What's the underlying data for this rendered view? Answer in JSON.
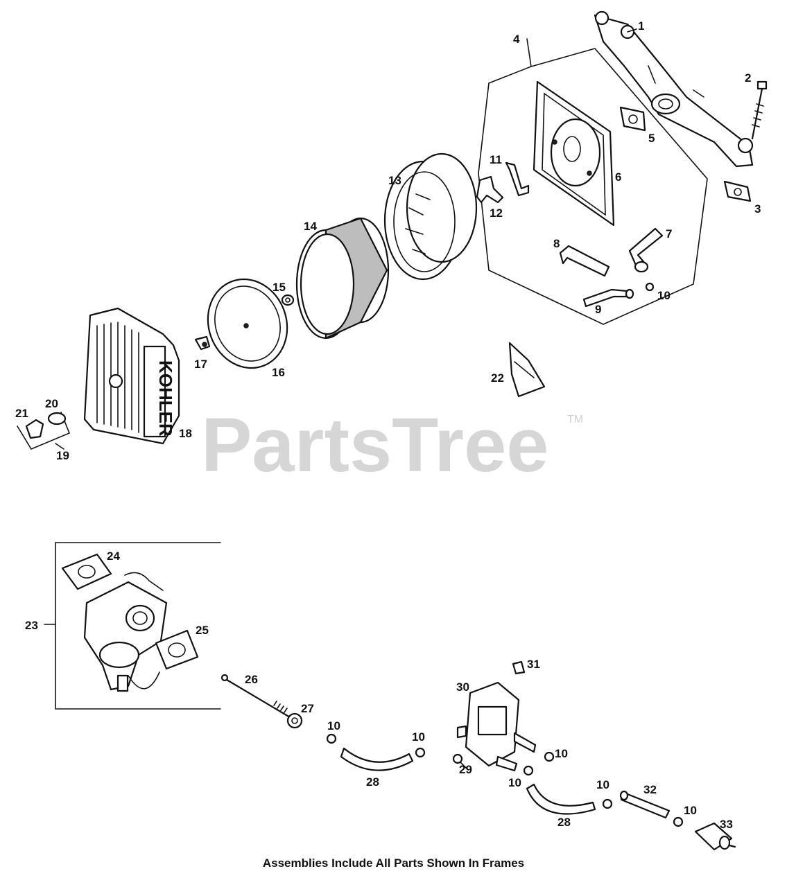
{
  "watermark": {
    "text": "PartsTree",
    "tm": "TM"
  },
  "brand_mark": "KOHLER",
  "caption": "Assemblies Include All Parts Shown In Frames",
  "labels": {
    "p1": "1",
    "p2": "2",
    "p3": "3",
    "p4": "4",
    "p5": "5",
    "p6": "6",
    "p7": "7",
    "p8": "8",
    "p9": "9",
    "p10a": "10",
    "p11": "11",
    "p12": "12",
    "p13": "13",
    "p14": "14",
    "p15": "15",
    "p16": "16",
    "p17": "17",
    "p18": "18",
    "p19": "19",
    "p20": "20",
    "p21": "21",
    "p22": "22",
    "p23": "23",
    "p24": "24",
    "p25": "25",
    "p26": "26",
    "p27": "27",
    "p10b": "10",
    "p10c": "10",
    "p28a": "28",
    "p29": "29",
    "p30": "30",
    "p31": "31",
    "p10d": "10",
    "p10e": "10",
    "p10f": "10",
    "p28b": "28",
    "p32": "32",
    "p10g": "10",
    "p33": "33"
  }
}
